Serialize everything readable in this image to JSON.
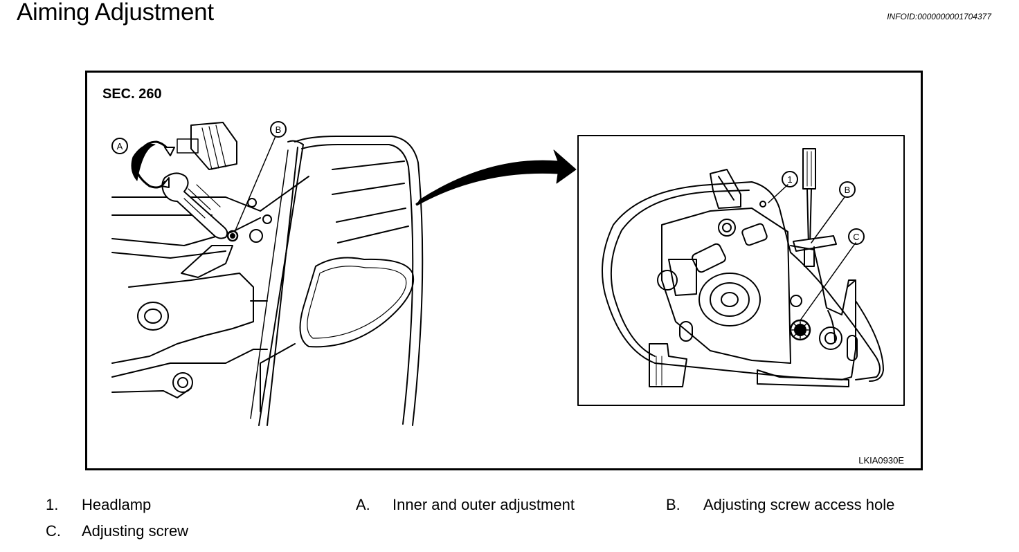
{
  "header": {
    "title": "Aiming Adjustment",
    "info_id": "INFOID:0000000001704377"
  },
  "figure": {
    "section": "SEC. 260",
    "figure_id": "LKIA0930E",
    "callouts": {
      "a": "A",
      "b": "B",
      "b_detail": "B",
      "c": "C",
      "one": "1"
    }
  },
  "legend": [
    {
      "key": "1.",
      "text": "Headlamp"
    },
    {
      "key": "A.",
      "text": "Inner and outer adjustment"
    },
    {
      "key": "B.",
      "text": "Adjusting screw access hole"
    },
    {
      "key": "C.",
      "text": "Adjusting screw"
    }
  ]
}
